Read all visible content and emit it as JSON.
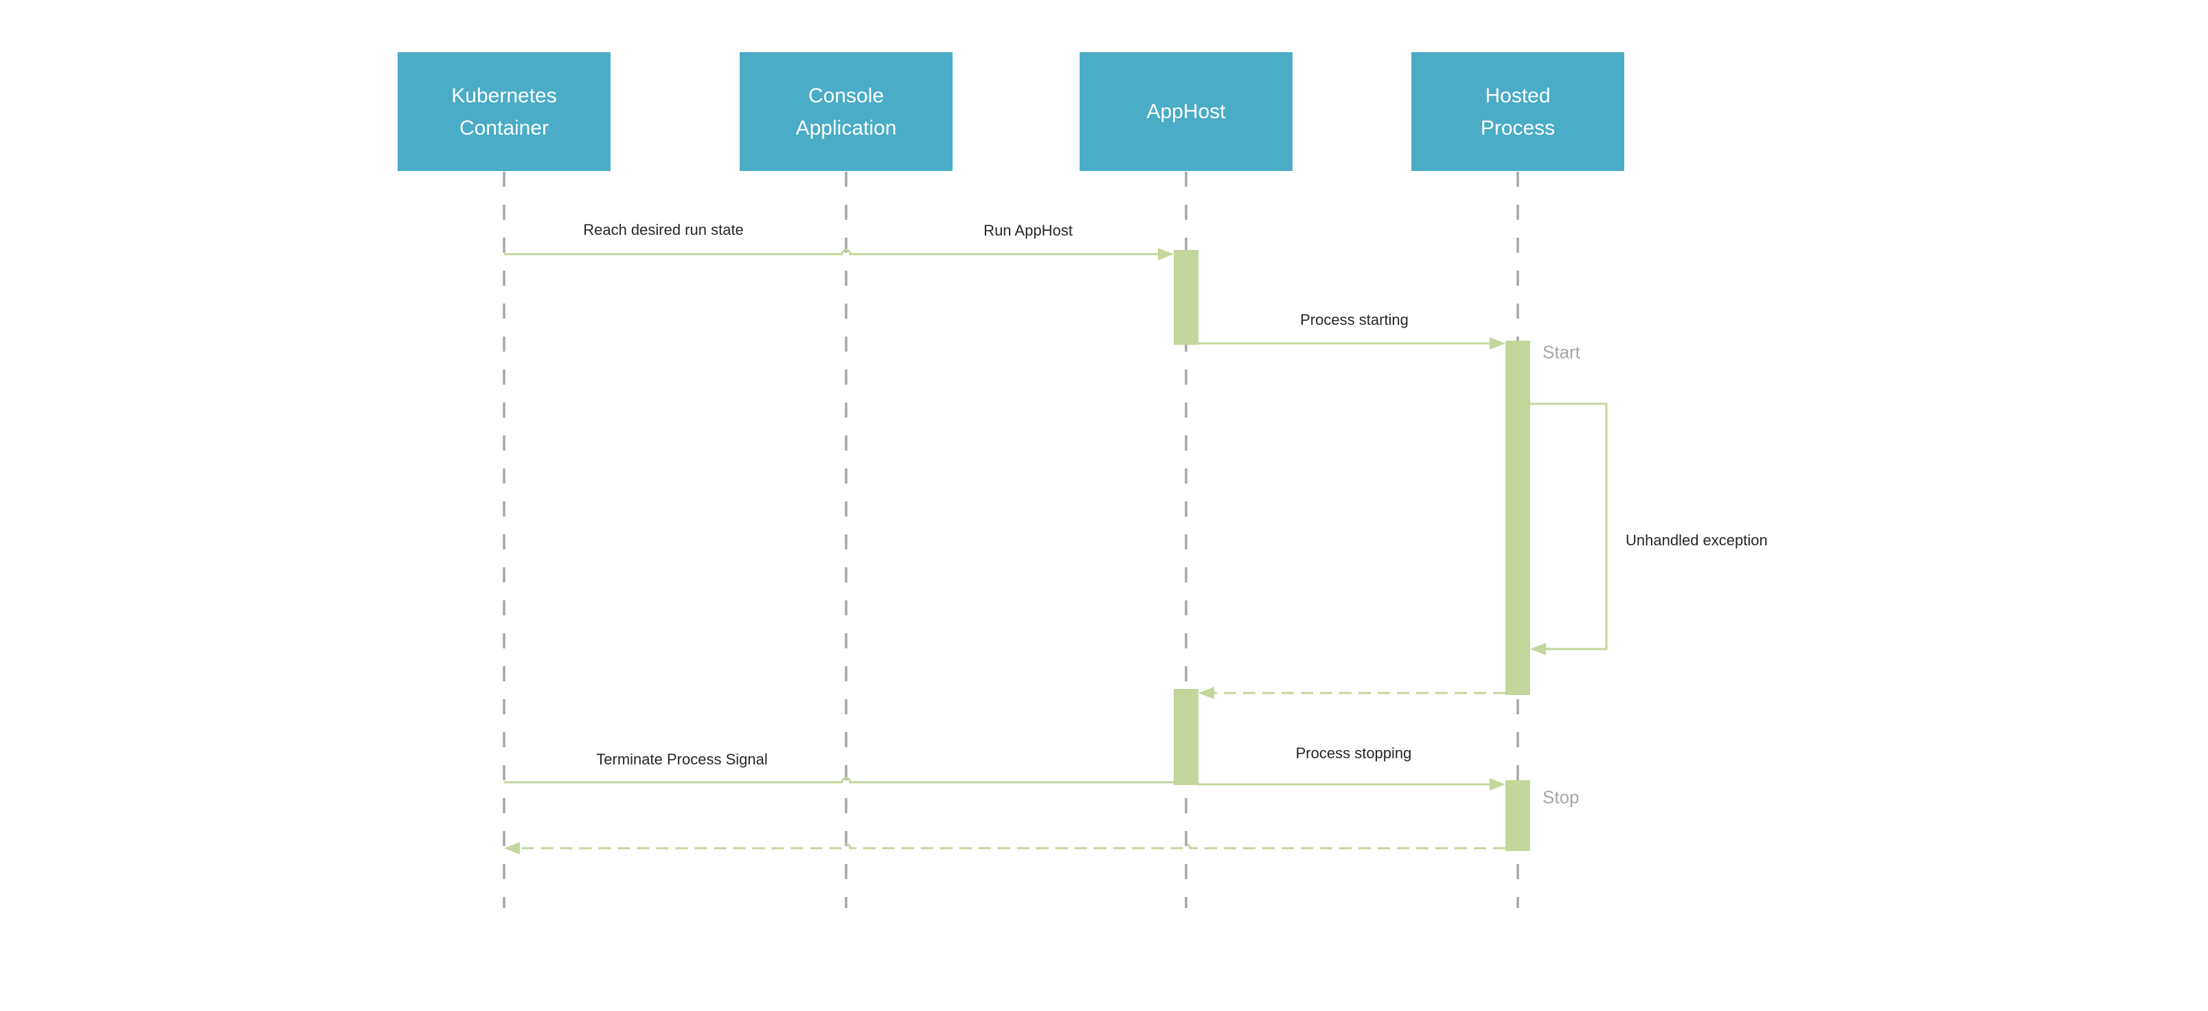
{
  "diagram_type": "uml-sequence-diagram",
  "participants": [
    {
      "id": "kubernetes-container",
      "name": "Kubernetes\nContainer"
    },
    {
      "id": "console-application",
      "name": "Console\nApplication"
    },
    {
      "id": "apphost",
      "name": "AppHost"
    },
    {
      "id": "hosted-process",
      "name": "Hosted\nProcess"
    }
  ],
  "messages": {
    "reach_desired_run_state": "Reach desired run state",
    "run_apphost": "Run AppHost",
    "process_starting": "Process starting",
    "unhandled_exception": "Unhandled exception",
    "terminate_process_signal": "Terminate Process Signal",
    "process_stopping": "Process stopping"
  },
  "lifeline_annotations": {
    "start": "Start",
    "stop": "Stop"
  },
  "colors": {
    "participant_fill": "#4AACC6",
    "participant_text": "#FFFFFF",
    "activation_bar_fill": "#C3D69B",
    "message_line": "#C3D69B",
    "lifeline": "#A6A6A6",
    "message_text": "#262626",
    "annotation_text": "#A6A6A6",
    "background": "#FFFFFF"
  }
}
